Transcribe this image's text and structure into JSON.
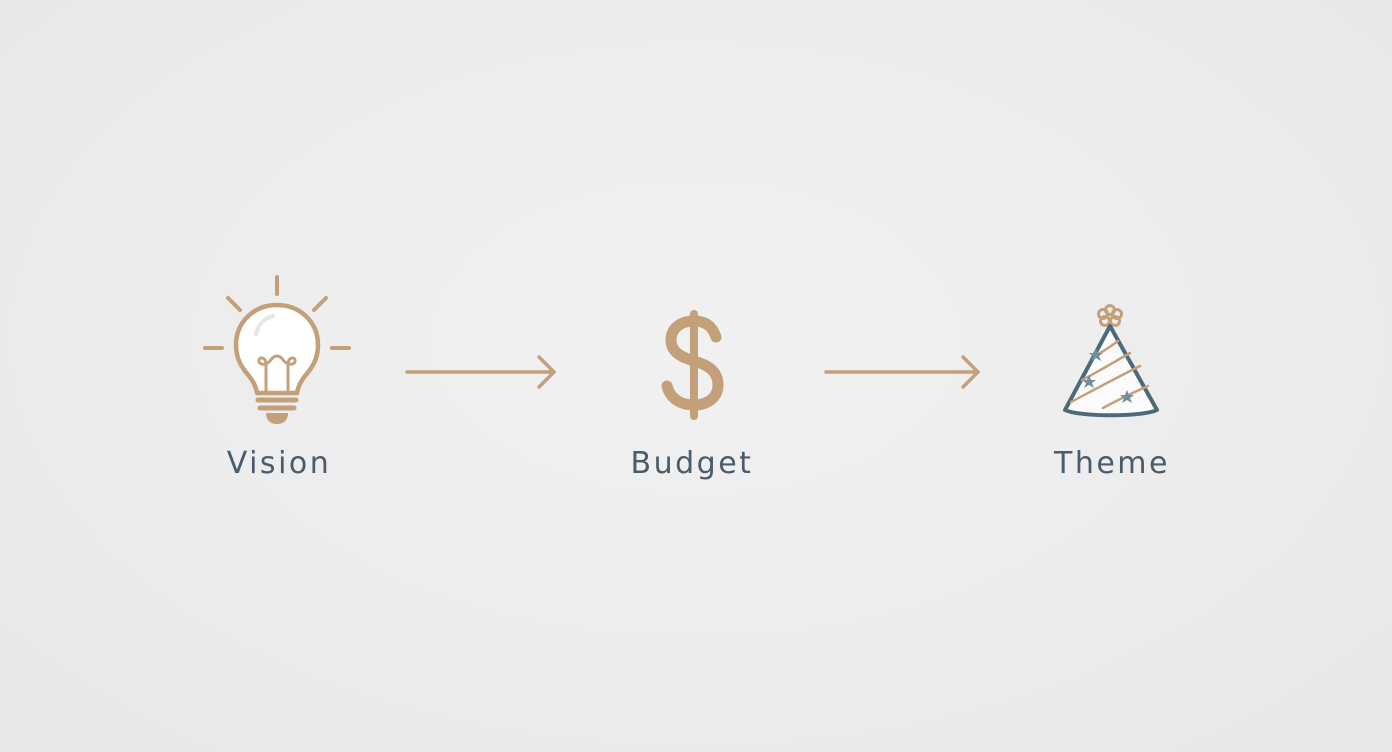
{
  "flow": {
    "steps": [
      {
        "label": "Vision",
        "icon": "lightbulb-icon"
      },
      {
        "label": "Budget",
        "icon": "dollar-sign-icon"
      },
      {
        "label": "Theme",
        "icon": "party-hat-icon"
      }
    ],
    "connectors": [
      "arrow-right-icon",
      "arrow-right-icon"
    ]
  },
  "colors": {
    "background": "#ececec",
    "accent_tan": "#c3a07a",
    "label_slate": "#4a5b6b",
    "hat_outline": "#4c6b78",
    "hat_star": "#6f8f9c"
  }
}
